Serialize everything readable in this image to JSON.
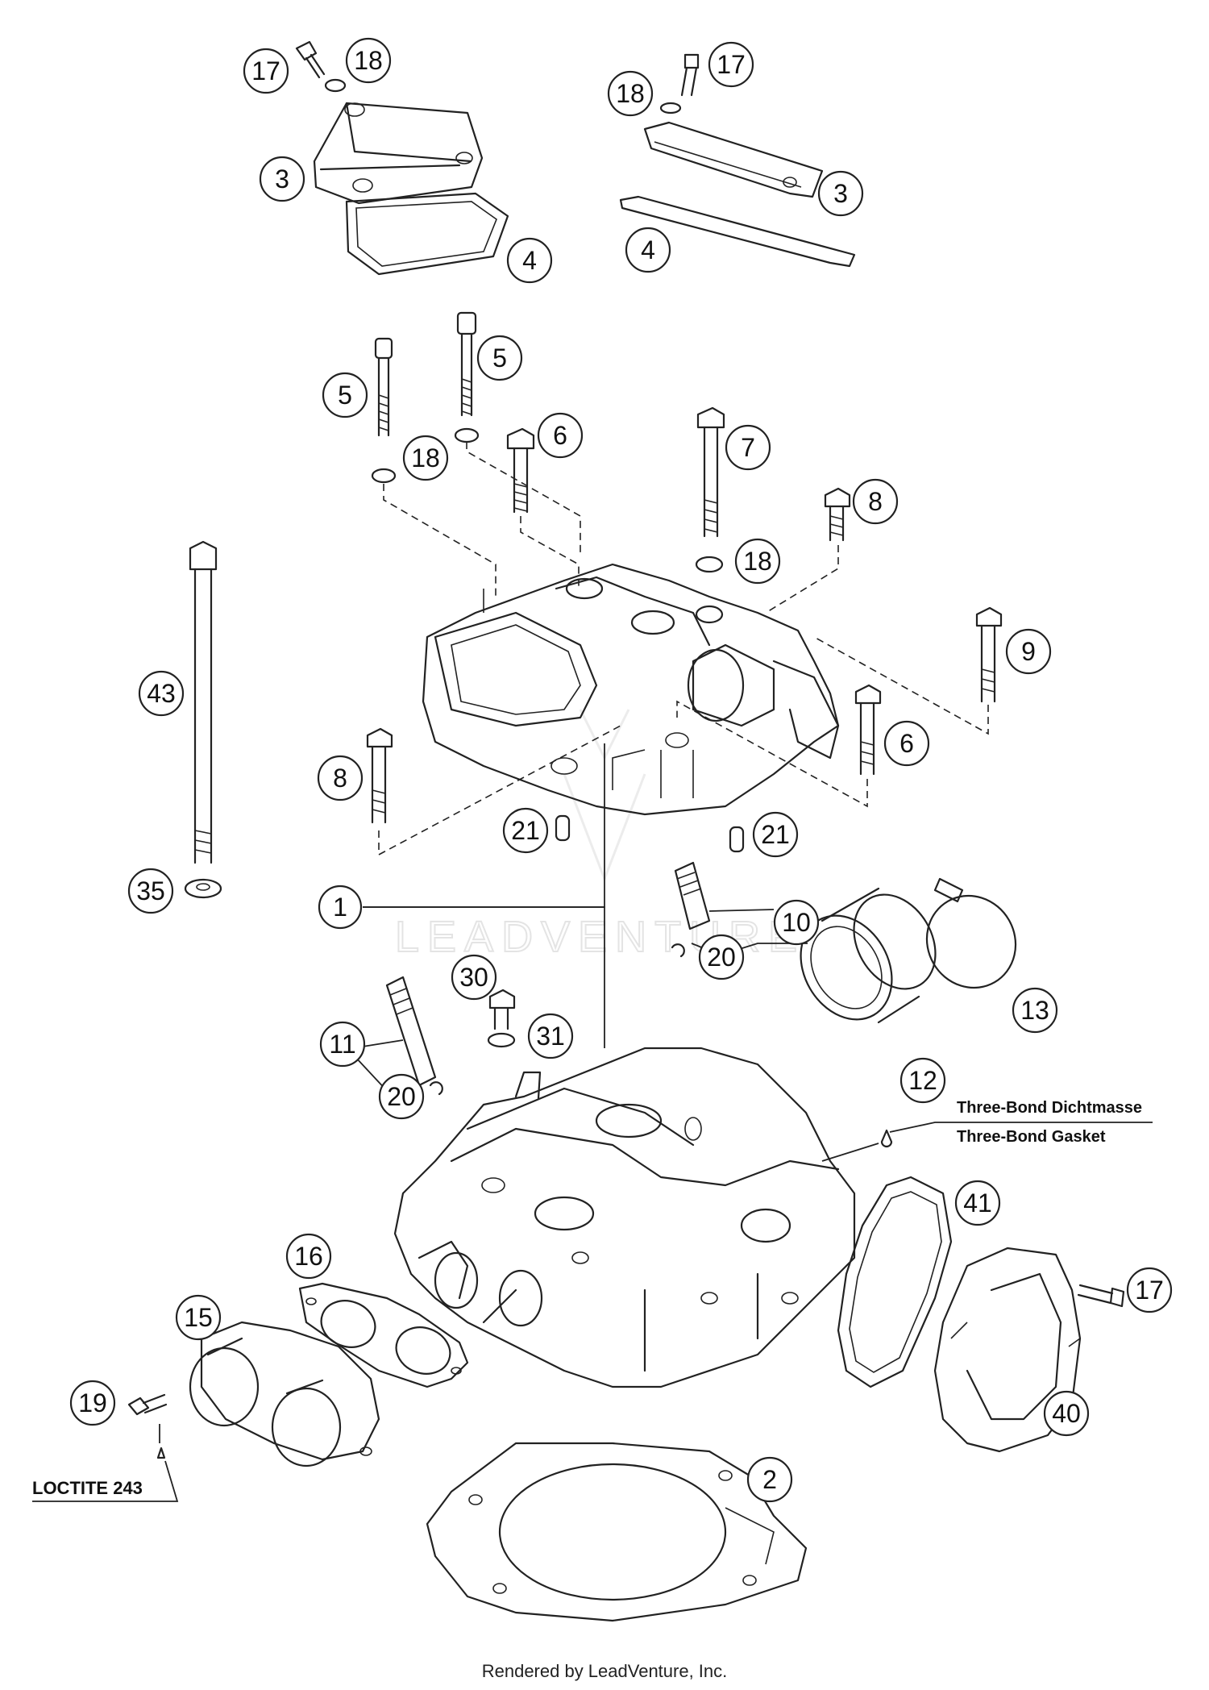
{
  "watermark": "LEADVENTURE",
  "footer": "Rendered by LeadVenture, Inc.",
  "notes": {
    "three_bond_de": "Three-Bond Dichtmasse",
    "three_bond_en": "Three-Bond Gasket",
    "loctite": "LOCTITE 243"
  },
  "callouts": {
    "c1": "1",
    "c2": "2",
    "c3a": "3",
    "c3b": "3",
    "c4a": "4",
    "c4b": "4",
    "c5a": "5",
    "c5b": "5",
    "c6a": "6",
    "c6b": "6",
    "c7": "7",
    "c8a": "8",
    "c8b": "8",
    "c9": "9",
    "c10": "10",
    "c11": "11",
    "c12": "12",
    "c13": "13",
    "c15": "15",
    "c16": "16",
    "c17a": "17",
    "c17b": "17",
    "c17c": "17",
    "c18a": "18",
    "c18b": "18",
    "c18c": "18",
    "c18d": "18",
    "c19": "19",
    "c20a": "20",
    "c20b": "20",
    "c21a": "21",
    "c21b": "21",
    "c30": "30",
    "c31": "31",
    "c35": "35",
    "c40": "40",
    "c41": "41",
    "c43": "43"
  }
}
